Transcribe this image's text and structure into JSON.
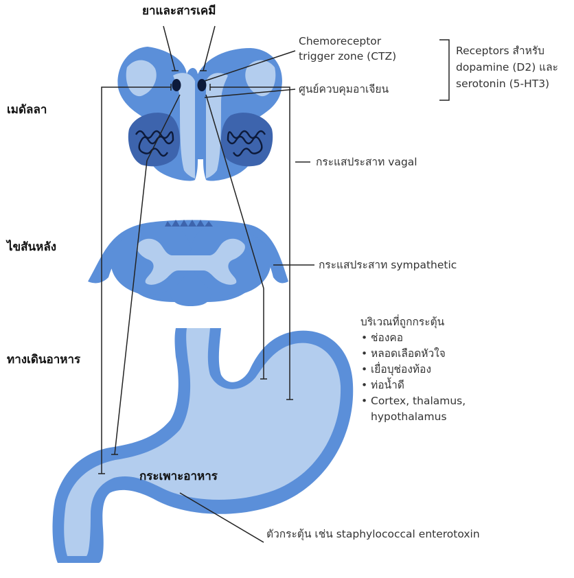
{
  "labels": {
    "drugs": "ยาและสารเคมี",
    "medulla": "เมดัลลา",
    "spinal_cord": "ไขสันหลัง",
    "gi_tract": "ทางเดินอาหาร",
    "stomach": "กระเพาะอาหาร",
    "ctz_line1": "Chemoreceptor",
    "ctz_line2": "trigger zone (CTZ)",
    "vomiting_center": "ศูนย์ควบคุมอาเจียน",
    "receptors_line1": "Receptors สำหรับ",
    "receptors_line2": "dopamine (D2) และ",
    "receptors_line3": "serotonin (5-HT3)",
    "vagal": "กระแสประสาท vagal",
    "sympathetic": "กระแสประสาท sympathetic",
    "stimulus": "ตัวกระตุ้น เช่น staphylococcal enterotoxin"
  },
  "stimulated_areas": {
    "heading": "บริเวณที่ถูกกระตุ้น",
    "items": [
      "ช่องคอ",
      "หลอดเลือดหัวใจ",
      "เยื่อบุช่องท้อง",
      "ท่อน้ำดี",
      "Cortex, thalamus,"
    ],
    "continuation": "hypothalamus"
  },
  "colors": {
    "tissue_mid": "#5b8fd9",
    "tissue_light": "#b3cdee",
    "tissue_dark": "#3d64ad",
    "nucleus": "#0d1a3a",
    "line": "#222222"
  }
}
